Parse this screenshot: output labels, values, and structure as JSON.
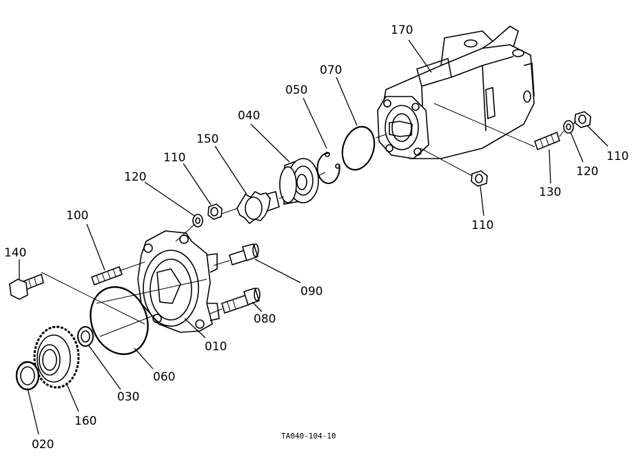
{
  "diagram": {
    "caption": "TA040-104-10",
    "callouts": [
      {
        "id": "170",
        "text": "170"
      },
      {
        "id": "070",
        "text": "070"
      },
      {
        "id": "050",
        "text": "050"
      },
      {
        "id": "040",
        "text": "040"
      },
      {
        "id": "150",
        "text": "150"
      },
      {
        "id": "110a",
        "text": "110"
      },
      {
        "id": "120a",
        "text": "120"
      },
      {
        "id": "100",
        "text": "100"
      },
      {
        "id": "140",
        "text": "140"
      },
      {
        "id": "090",
        "text": "090"
      },
      {
        "id": "080",
        "text": "080"
      },
      {
        "id": "010",
        "text": "010"
      },
      {
        "id": "060",
        "text": "060"
      },
      {
        "id": "030",
        "text": "030"
      },
      {
        "id": "160",
        "text": "160"
      },
      {
        "id": "020",
        "text": "020"
      },
      {
        "id": "110b",
        "text": "110"
      },
      {
        "id": "130",
        "text": "130"
      },
      {
        "id": "120b",
        "text": "120"
      },
      {
        "id": "110c",
        "text": "110"
      }
    ]
  }
}
